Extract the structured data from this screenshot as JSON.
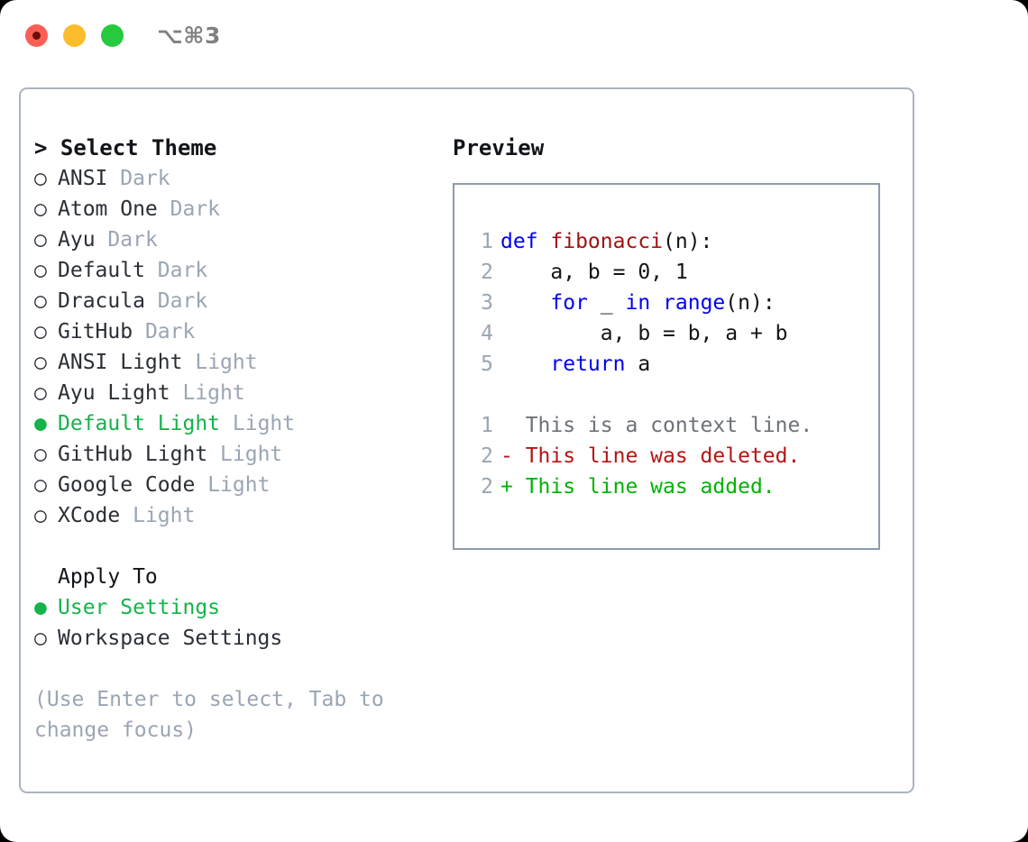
{
  "window": {
    "title_shortcut": "⌥⌘3",
    "traffic_lights": [
      {
        "name": "close",
        "color": "#fb5f56"
      },
      {
        "name": "minimize",
        "color": "#fdbc2c"
      },
      {
        "name": "maximize",
        "color": "#27c93f"
      }
    ],
    "accent_green": "#15b34a",
    "muted_gray": "#9aa5b4",
    "border_color": "#aab4c2"
  },
  "theme_section": {
    "header": "> Select Theme",
    "items": [
      {
        "bullet": "○",
        "label": "ANSI",
        "kind": "Dark",
        "selected": false
      },
      {
        "bullet": "○",
        "label": "Atom One",
        "kind": "Dark",
        "selected": false
      },
      {
        "bullet": "○",
        "label": "Ayu",
        "kind": "Dark",
        "selected": false
      },
      {
        "bullet": "○",
        "label": "Default",
        "kind": "Dark",
        "selected": false
      },
      {
        "bullet": "○",
        "label": "Dracula",
        "kind": "Dark",
        "selected": false
      },
      {
        "bullet": "○",
        "label": "GitHub",
        "kind": "Dark",
        "selected": false
      },
      {
        "bullet": "○",
        "label": "ANSI Light",
        "kind": "Light",
        "selected": false
      },
      {
        "bullet": "○",
        "label": "Ayu Light",
        "kind": "Light",
        "selected": false
      },
      {
        "bullet": "●",
        "label": "Default Light",
        "kind": "Light",
        "selected": true
      },
      {
        "bullet": "○",
        "label": "GitHub Light",
        "kind": "Light",
        "selected": false
      },
      {
        "bullet": "○",
        "label": "Google Code",
        "kind": "Light",
        "selected": false
      },
      {
        "bullet": "○",
        "label": "XCode",
        "kind": "Light",
        "selected": false
      }
    ]
  },
  "apply_section": {
    "header": "Apply To",
    "items": [
      {
        "bullet": "●",
        "label": "User Settings",
        "selected": true
      },
      {
        "bullet": "○",
        "label": "Workspace Settings",
        "selected": false
      }
    ]
  },
  "hint": "(Use Enter to select, Tab to change focus)",
  "preview": {
    "title": "Preview",
    "code_lines": [
      {
        "num": "1",
        "tokens": [
          {
            "t": "def ",
            "c": "kw"
          },
          {
            "t": "fibonacci",
            "c": "fn"
          },
          {
            "t": "(n):",
            "c": "plain"
          }
        ]
      },
      {
        "num": "2",
        "tokens": [
          {
            "t": "    a, b = 0, 1",
            "c": "plain"
          }
        ]
      },
      {
        "num": "3",
        "tokens": [
          {
            "t": "    ",
            "c": "plain"
          },
          {
            "t": "for",
            "c": "kw"
          },
          {
            "t": " _ ",
            "c": "plain"
          },
          {
            "t": "in",
            "c": "kw"
          },
          {
            "t": " ",
            "c": "plain"
          },
          {
            "t": "range",
            "c": "kw"
          },
          {
            "t": "(n):",
            "c": "plain"
          }
        ]
      },
      {
        "num": "4",
        "tokens": [
          {
            "t": "        a, b = b, a + b",
            "c": "plain"
          }
        ]
      },
      {
        "num": "5",
        "tokens": [
          {
            "t": "    ",
            "c": "plain"
          },
          {
            "t": "return",
            "c": "kw"
          },
          {
            "t": " a",
            "c": "plain"
          }
        ]
      }
    ],
    "diff_lines": [
      {
        "num": "1",
        "text": "  This is a context line.",
        "c": "ctx"
      },
      {
        "num": "2",
        "text": "- This line was deleted.",
        "c": "del"
      },
      {
        "num": "2",
        "text": "+ This line was added.",
        "c": "add"
      }
    ]
  }
}
